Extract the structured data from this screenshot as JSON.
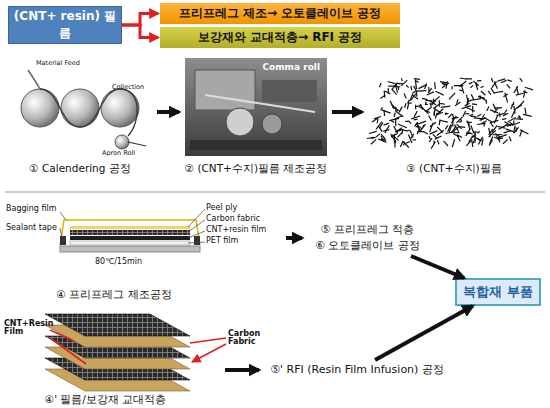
{
  "diagram": {
    "nodes": [
      {
        "text": [
          "(CNT+ resin) 필름"
        ]
      },
      {
        "text": [
          "프리프레그 제조→ 오토클레이브 공정"
        ]
      },
      {
        "text": [
          "보강재와 교대적층→ RFI 공정"
        ]
      },
      {
        "text": [
          "① Calendering 공정"
        ]
      },
      {
        "text": [
          "Comma roll",
          "② (CNT+수지)필름 제조공정"
        ]
      },
      {
        "text": [
          "③ (CNT+수지)필름"
        ]
      },
      {
        "text": [
          "④ 프리프레그 제조공정"
        ]
      },
      {
        "text": [
          "⑤ 프리프레그 적층",
          "⑥ 오토클레이브 공정"
        ]
      },
      {
        "text": [
          "복합재 부품"
        ]
      },
      {
        "text": [
          "④' 필름/보강재 교대적층"
        ]
      },
      {
        "text": [
          "⑤' RFI (Resin Film Infusion) 공정"
        ]
      }
    ],
    "edges": [
      {
        "from": 0,
        "to": 1,
        "arrow": "to"
      },
      {
        "from": 0,
        "to": 2,
        "arrow": "to"
      },
      {
        "from": 3,
        "to": 4,
        "arrow": "to"
      },
      {
        "from": 4,
        "to": 5,
        "arrow": "to"
      },
      {
        "from": 6,
        "to": 7,
        "arrow": "to"
      },
      {
        "from": 7,
        "to": 8,
        "arrow": "to"
      },
      {
        "from": 9,
        "to": 10,
        "arrow": "to"
      },
      {
        "from": 10,
        "to": 8,
        "arrow": "to"
      }
    ],
    "labels": [
      "Material Feed",
      "Collection",
      "Apron Roll",
      "Bagging film",
      "Sealant tape",
      "Peel ply",
      "Carbon fabric",
      "CNT+resin film",
      "PET film",
      "80℃/15min",
      "CNT+Resin Film",
      "Carbon Fabric"
    ]
  }
}
